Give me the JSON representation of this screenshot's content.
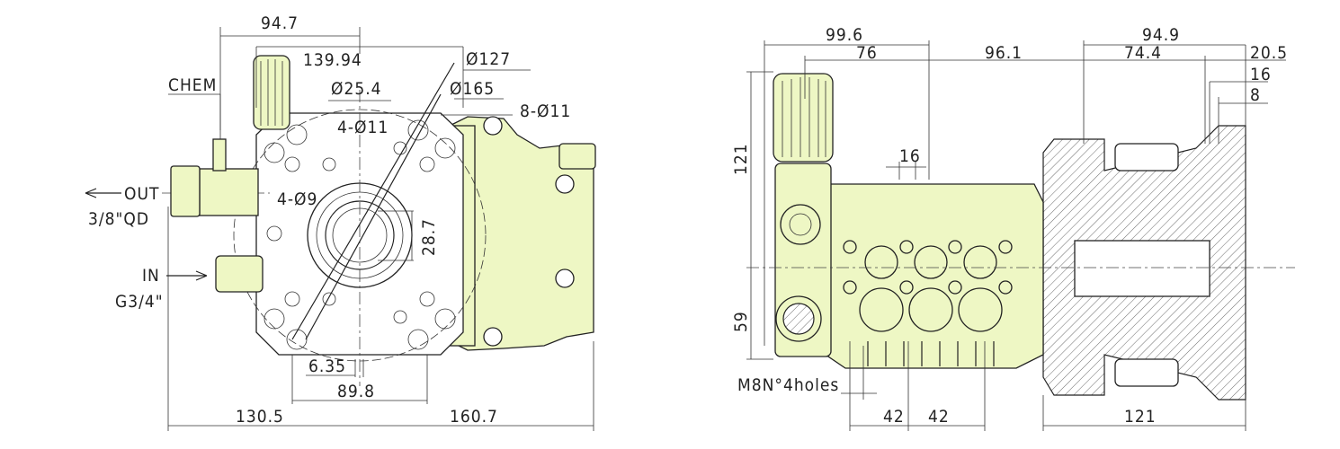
{
  "front_view": {
    "dimensions": {
      "d94_7": "94.7",
      "d139_94": "139.94",
      "dia127": "Ø127",
      "dia165": "Ø165",
      "dia25_4": "Ø25.4",
      "holes8_11": "8-Ø11",
      "holes4_11": "4-Ø11",
      "holes4_9": "4-Ø9",
      "d28_7": "28.7",
      "d6_35": "6.35",
      "d89_8": "89.8",
      "d130_5": "130.5",
      "d160_7": "160.7"
    },
    "labels": {
      "chem": "CHEM",
      "out": "OUT",
      "out_spec": "3/8\"QD",
      "in": "IN",
      "in_spec": "G3/4\""
    }
  },
  "side_view": {
    "dimensions": {
      "d99_6": "99.6",
      "d76": "76",
      "d96_1": "96.1",
      "d94_9": "94.9",
      "d74_4": "74.4",
      "d20_5": "20.5",
      "d16_top": "16",
      "d8": "8",
      "d16_mid": "16",
      "d121_v": "121",
      "d59": "59",
      "d42_a": "42",
      "d42_b": "42",
      "d121_h": "121"
    },
    "labels": {
      "mount": "M8N°4holes"
    }
  },
  "colors": {
    "body_fill": "#eef7c4",
    "line": "#222222"
  }
}
